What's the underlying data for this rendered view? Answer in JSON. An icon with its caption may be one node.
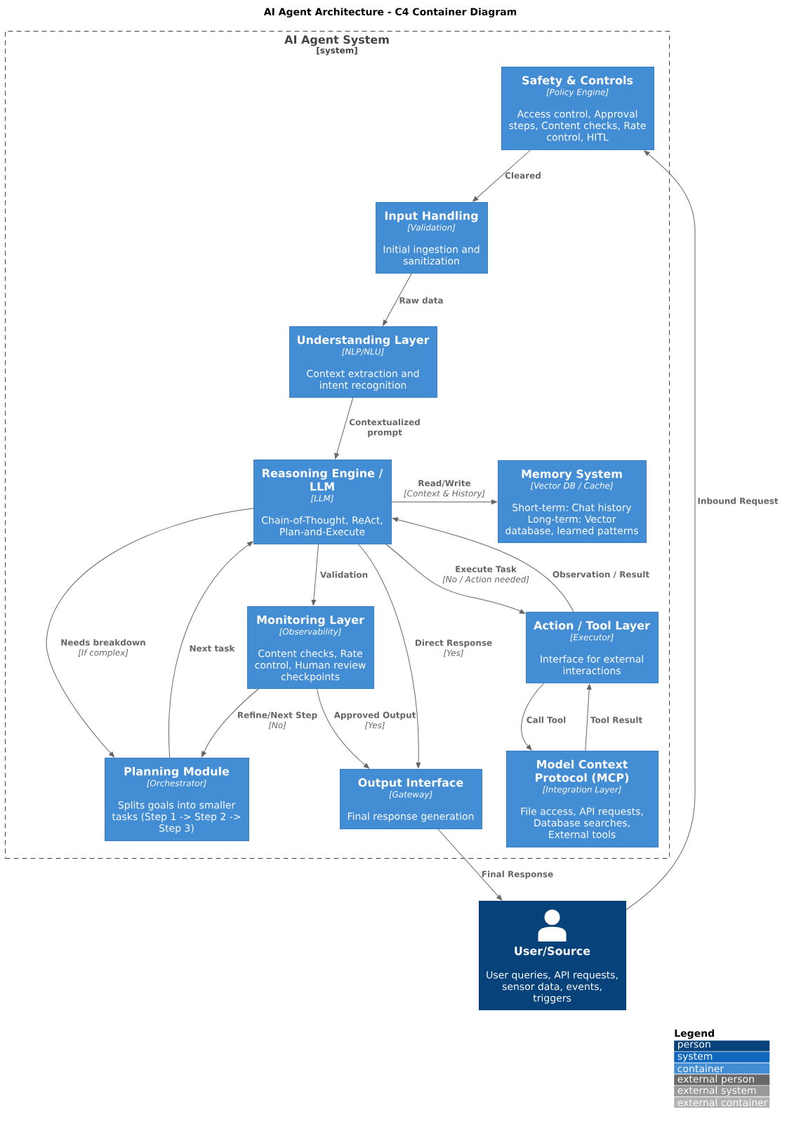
{
  "diagram": {
    "title": "AI Agent Architecture - C4 Container Diagram",
    "nodes": [
      {
        "text": [
          "AI Agent System",
          "[system]"
        ]
      },
      {
        "text": [
          "Safety & Controls",
          "[Policy Engine]",
          "Access control, Approval steps, Content checks, Rate control, HITL"
        ],
        "in": 0
      },
      {
        "text": [
          "Input Handling",
          "[Validation]",
          "Initial ingestion and sanitization"
        ],
        "in": 0
      },
      {
        "text": [
          "Understanding Layer",
          "[NLP/NLU]",
          "Context extraction and intent recognition"
        ],
        "in": 0
      },
      {
        "text": [
          "Reasoning Engine / LLM",
          "[LLM]",
          "Chain-of-Thought, ReAct, Plan-and-Execute"
        ],
        "in": 0
      },
      {
        "text": [
          "Memory System",
          "[Vector DB / Cache]",
          "Short-term: Chat history Long-term: Vector database, learned patterns"
        ],
        "in": 0
      },
      {
        "text": [
          "Monitoring Layer",
          "[Observability]",
          "Content checks, Rate control, Human review checkpoints"
        ],
        "in": 0
      },
      {
        "text": [
          "Action / Tool Layer",
          "[Executor]",
          "Interface for external interactions"
        ],
        "in": 0
      },
      {
        "text": [
          "Planning Module",
          "[Orchestrator]",
          "Splits goals into smaller tasks (Step 1 -> Step 2 -> Step 3)"
        ],
        "in": 0
      },
      {
        "text": [
          "Output Interface",
          "[Gateway]",
          "Final response generation"
        ],
        "in": 0
      },
      {
        "text": [
          "Model Context Protocol (MCP)",
          "[Integration Layer]",
          "File access, API requests, Database searches, External tools"
        ],
        "in": 0
      },
      {
        "text": [
          "User/Source",
          "User queries, API requests, sensor data, events, triggers"
        ]
      }
    ],
    "edges": [
      {
        "from": 1,
        "to": 2,
        "arrow": "to",
        "label": "Cleared"
      },
      {
        "from": 2,
        "to": 3,
        "arrow": "to",
        "label": "Raw data"
      },
      {
        "from": 3,
        "to": 4,
        "arrow": "to",
        "label": "Contextualized prompt"
      },
      {
        "from": 4,
        "to": 5,
        "arrow": "to",
        "label": "Read/Write *[Context & History]*"
      },
      {
        "from": 4,
        "to": 8,
        "arrow": "to",
        "label": "Needs breakdown *[If complex]*"
      },
      {
        "from": 8,
        "to": 4,
        "arrow": "to",
        "label": "Next task"
      },
      {
        "from": 4,
        "to": 6,
        "arrow": "to",
        "label": "Validation"
      },
      {
        "from": 4,
        "to": 9,
        "arrow": "to",
        "label": "Direct Response *[Yes]*"
      },
      {
        "from": 4,
        "to": 7,
        "arrow": "to",
        "label": "Execute Task *[No / Action needed]*"
      },
      {
        "from": 7,
        "to": 4,
        "arrow": "to",
        "label": "Observation / Result"
      },
      {
        "from": 6,
        "to": 8,
        "arrow": "to",
        "label": "Refine/Next Step *[No]*"
      },
      {
        "from": 6,
        "to": 9,
        "arrow": "to",
        "label": "Approved Output *[Yes]*"
      },
      {
        "from": 7,
        "to": 10,
        "arrow": "to",
        "label": "Call Tool"
      },
      {
        "from": 10,
        "to": 7,
        "arrow": "to",
        "label": "Tool Result"
      },
      {
        "from": 9,
        "to": 11,
        "arrow": "to",
        "label": "Final Response"
      },
      {
        "from": 11,
        "to": 1,
        "arrow": "to",
        "label": "Inbound Request"
      }
    ],
    "labels": [
      "Legend"
    ],
    "legend": [
      {
        "text": "person",
        "color": "#08427b"
      },
      {
        "text": "system",
        "color": "#1168bd"
      },
      {
        "text": "container",
        "color": "#438dd5"
      },
      {
        "text": "external person",
        "color": "#686868"
      },
      {
        "text": "external system",
        "color": "#999999"
      },
      {
        "text": "external container",
        "color": "#b3b3b3"
      }
    ]
  }
}
